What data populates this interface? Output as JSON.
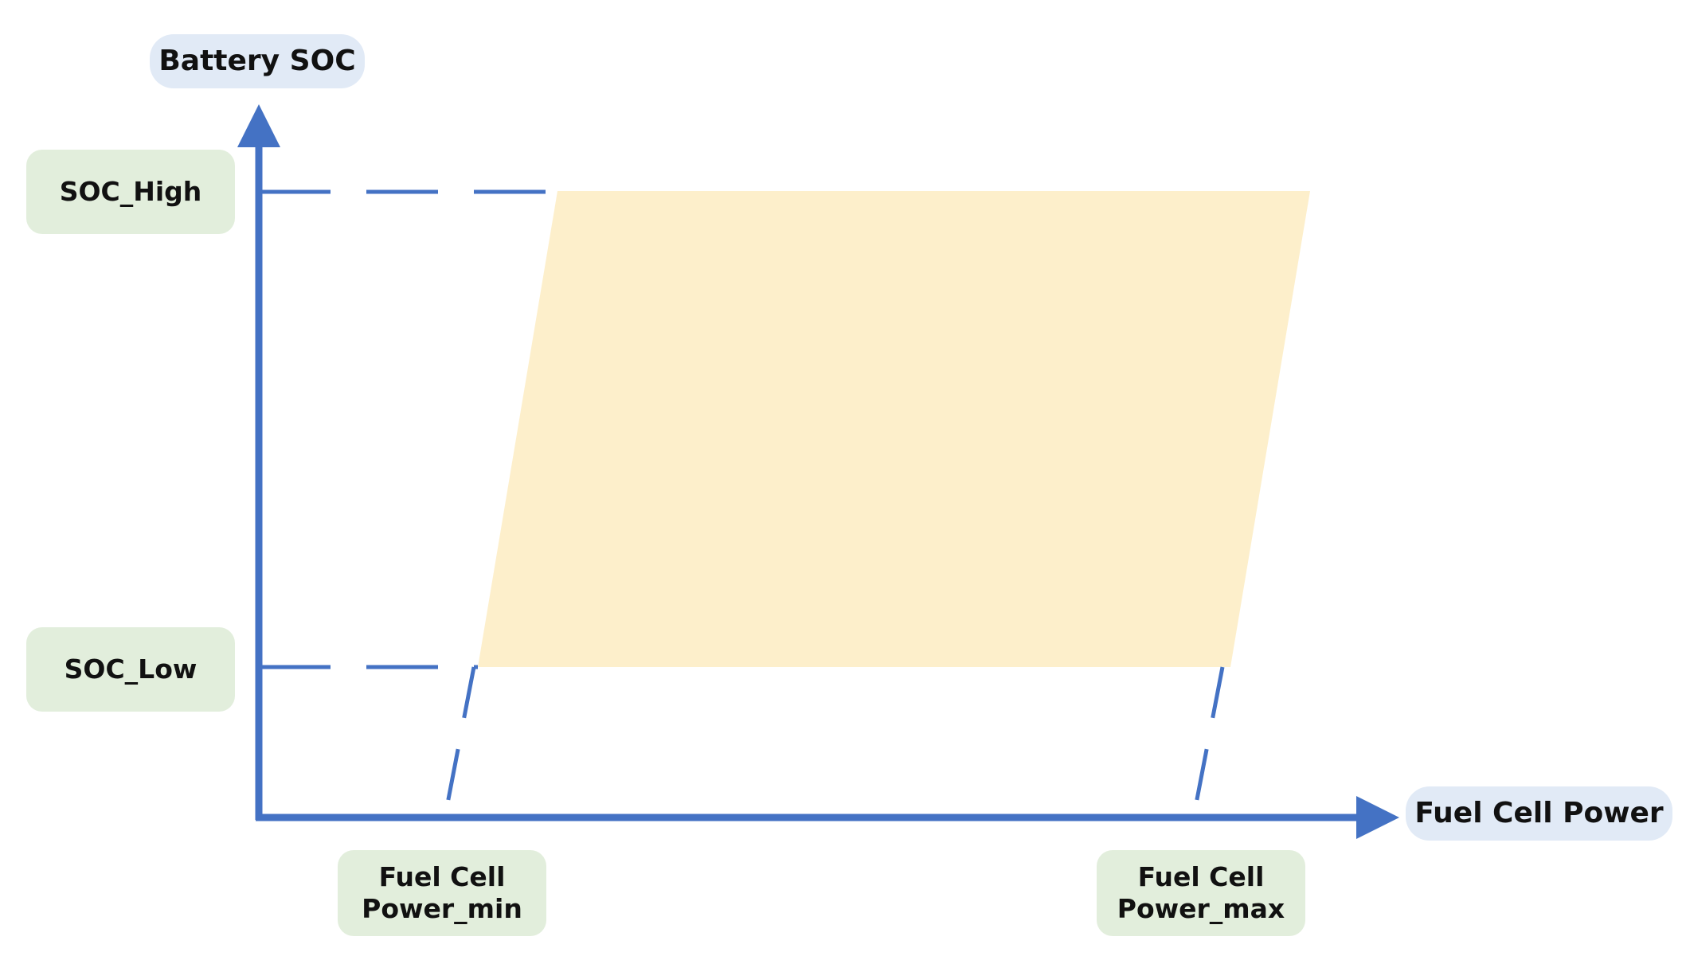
{
  "axes": {
    "y_label": "Battery SOC",
    "x_label": "Fuel Cell Power"
  },
  "levels": {
    "soc_high": "SOC_High",
    "soc_low": "SOC_Low"
  },
  "power_limits": {
    "min_line1": "Fuel Cell",
    "min_line2": "Power_min",
    "max_line1": "Fuel Cell",
    "max_line2": "Power_max"
  },
  "colors": {
    "axis": "#4472c4",
    "region_fill": "#fdefcb",
    "axis_label_bg": "#e1eaf6",
    "level_label_bg": "#e2eedc"
  }
}
